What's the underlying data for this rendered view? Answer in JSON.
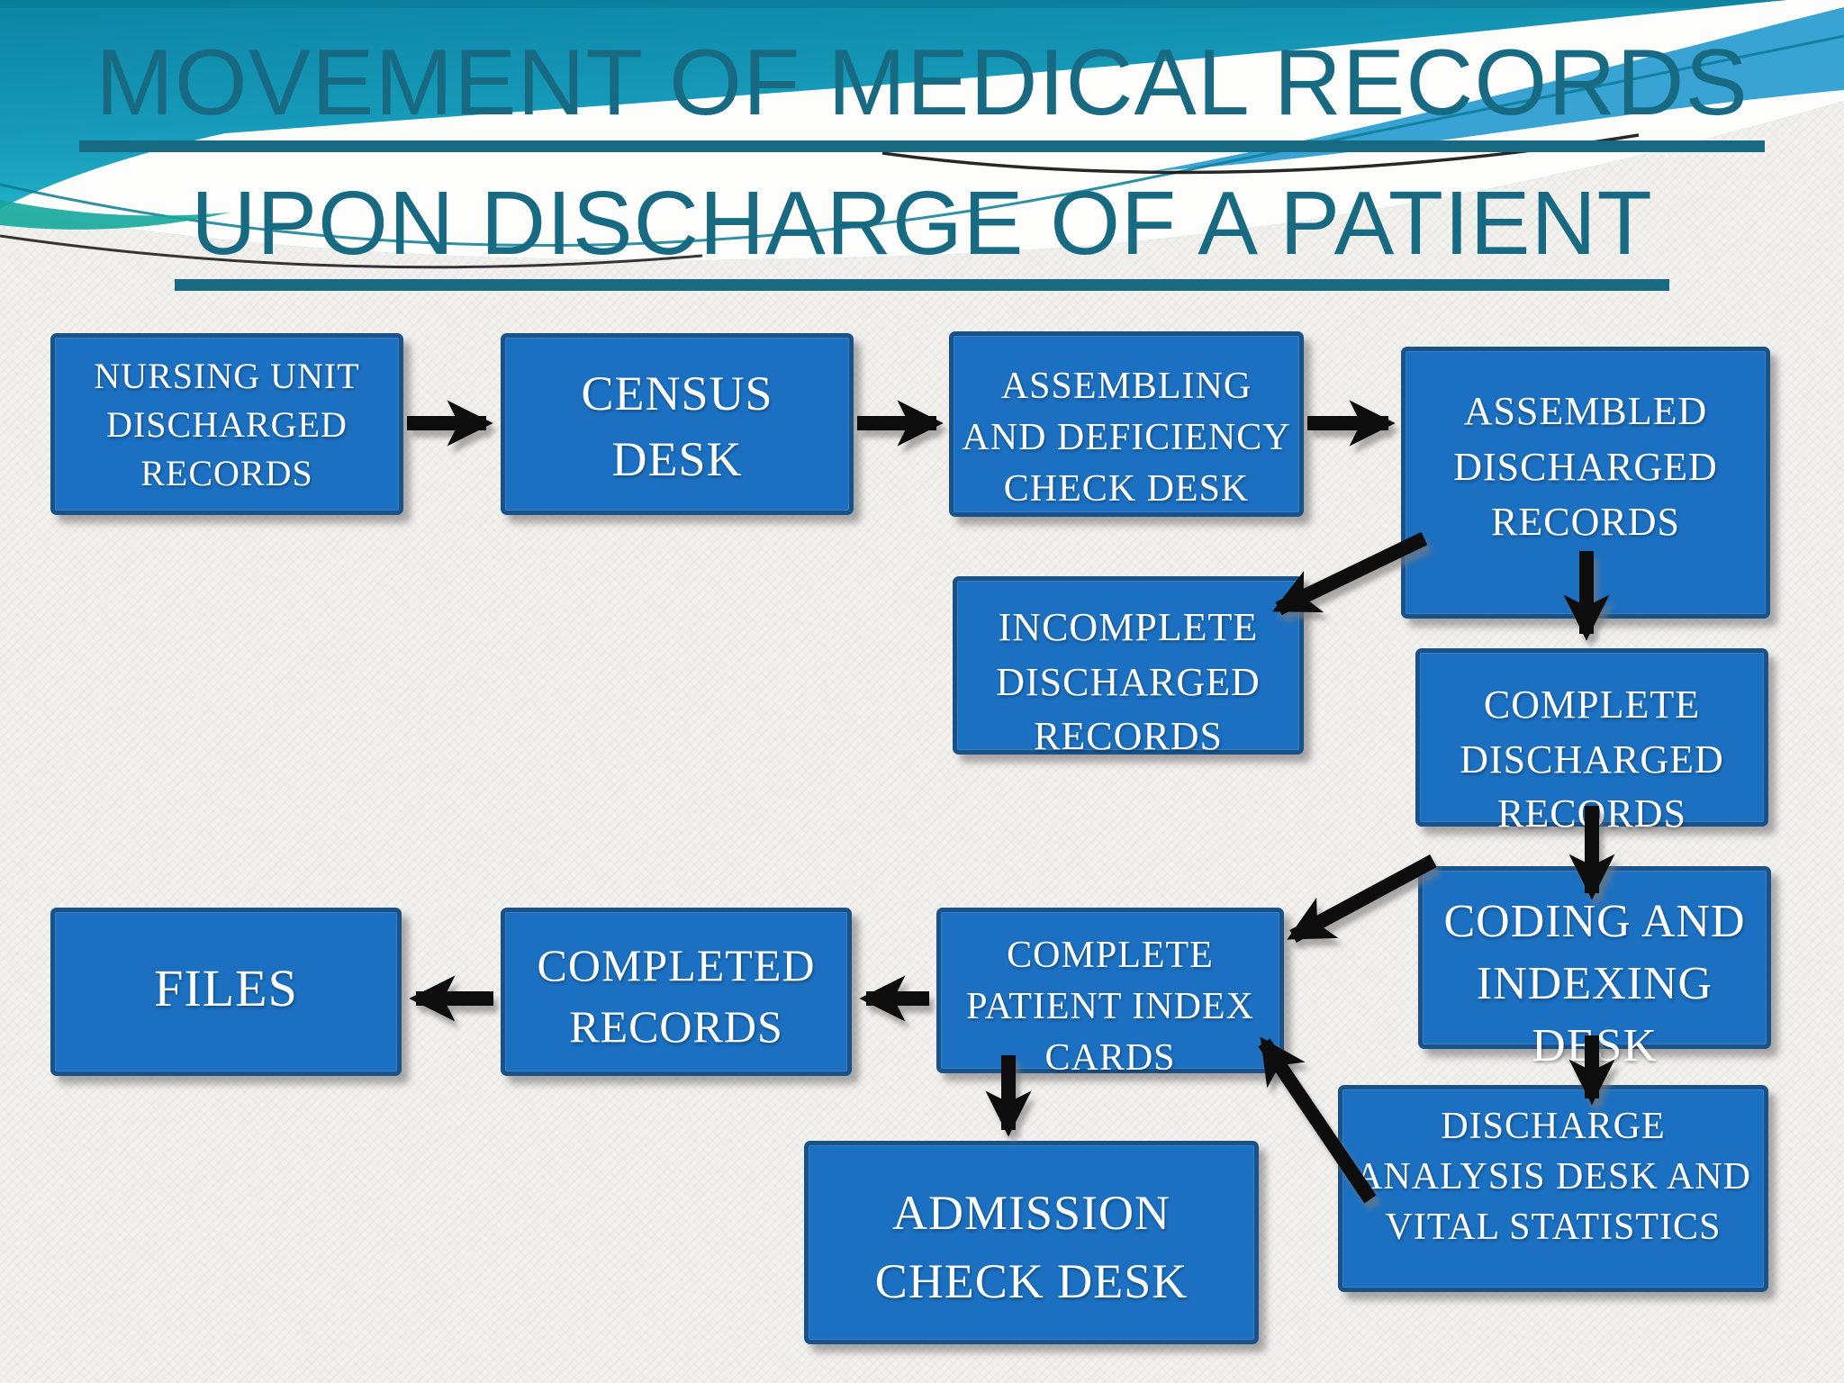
{
  "slide": {
    "title_line1": "MOVEMENT OF MEDICAL RECORDS",
    "title_line2": "UPON DISCHARGE OF A PATIENT"
  },
  "colors": {
    "title_text": "#176a82",
    "box_fill": "#1c70c1",
    "box_border": "#1a5187",
    "box_text": "#ffffff",
    "arrow": "#111111",
    "banner_teal_dark": "#0d84a4",
    "banner_cyan": "#2cc3d8",
    "banner_blue_band": "#2e9ed2",
    "background": "#f2f0ed"
  },
  "flowchart": {
    "nodes": [
      {
        "id": "nursing",
        "label": "NURSING UNIT\nDISCHARGED\nRECORDS"
      },
      {
        "id": "census",
        "label": "CENSUS\nDESK"
      },
      {
        "id": "assembling",
        "label": "ASSEMBLING\nAND DEFICIENCY\nCHECK DESK"
      },
      {
        "id": "assembled",
        "label": "ASSEMBLED\nDISCHARGED\nRECORDS"
      },
      {
        "id": "incomplete",
        "label": "INCOMPLETE\nDISCHARGED\nRECORDS"
      },
      {
        "id": "completedisch",
        "label": "COMPLETE\nDISCHARGED\nRECORDS"
      },
      {
        "id": "coding",
        "label": "CODING AND\nINDEXING\nDESK"
      },
      {
        "id": "indexcards",
        "label": "COMPLETE\nPATIENT INDEX\nCARDS"
      },
      {
        "id": "completed",
        "label": "COMPLETED\nRECORDS"
      },
      {
        "id": "files",
        "label": "FILES"
      },
      {
        "id": "admission",
        "label": "ADMISSION\nCHECK DESK"
      },
      {
        "id": "analysis",
        "label": "DISCHARGE\nANALYSIS DESK AND\nVITAL STATISTICS"
      }
    ],
    "connections": [
      {
        "from": "nursing",
        "to": "census"
      },
      {
        "from": "census",
        "to": "assembling"
      },
      {
        "from": "assembling",
        "to": "assembled"
      },
      {
        "from": "assembled",
        "to": "incomplete"
      },
      {
        "from": "assembled",
        "to": "completedisch"
      },
      {
        "from": "completedisch",
        "to": "coding"
      },
      {
        "from": "coding",
        "to": "indexcards"
      },
      {
        "from": "coding",
        "to": "analysis"
      },
      {
        "from": "analysis",
        "to": "indexcards"
      },
      {
        "from": "indexcards",
        "to": "completed"
      },
      {
        "from": "indexcards",
        "to": "admission"
      },
      {
        "from": "completed",
        "to": "files"
      }
    ]
  }
}
